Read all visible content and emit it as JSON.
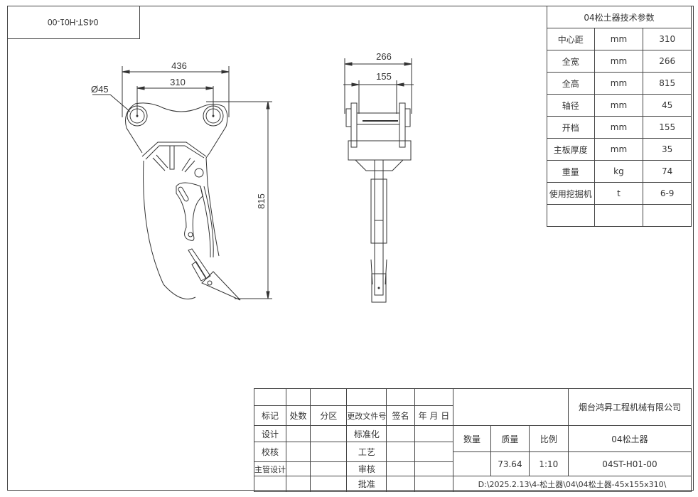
{
  "drawing_code_rotated": "04ST-H01-00",
  "dimensions": {
    "side_view": {
      "overall_width": "436",
      "center_distance": "310",
      "pin_diameter": "Ø45",
      "overall_height": "815"
    },
    "front_view": {
      "overall_width": "266",
      "opening": "155"
    }
  },
  "spec_table": {
    "title": "04松土器技术参数",
    "rows": [
      {
        "name": "中心距",
        "unit": "mm",
        "value": "310"
      },
      {
        "name": "全宽",
        "unit": "mm",
        "value": "266"
      },
      {
        "name": "全高",
        "unit": "mm",
        "value": "815"
      },
      {
        "name": "轴径",
        "unit": "mm",
        "value": "45"
      },
      {
        "name": "开档",
        "unit": "mm",
        "value": "155"
      },
      {
        "name": "主板厚度",
        "unit": "mm",
        "value": "35"
      },
      {
        "name": "重量",
        "unit": "kg",
        "value": "74"
      },
      {
        "name": "使用挖掘机",
        "unit": "t",
        "value": "6-9"
      }
    ]
  },
  "title_block": {
    "headers": [
      "标记",
      "处数",
      "分区",
      "更改文件号",
      "签名",
      "年 月 日"
    ],
    "left_roles": [
      "设计",
      "校核",
      "主管设计",
      ""
    ],
    "mid_roles": [
      "标准化",
      "工艺",
      "审核",
      "批准"
    ],
    "company": "烟台鸿昇工程机械有限公司",
    "quantity_label": "数量",
    "mass_label": "质量",
    "scale_label": "比例",
    "part_name": "04松土器",
    "quantity": "",
    "mass": "73.64",
    "scale": "1:10",
    "drawing_number": "04ST-H01-00",
    "file_path": "D:\\2025.2.13\\4-松土器\\04\\04松土器-45x155x310\\"
  }
}
